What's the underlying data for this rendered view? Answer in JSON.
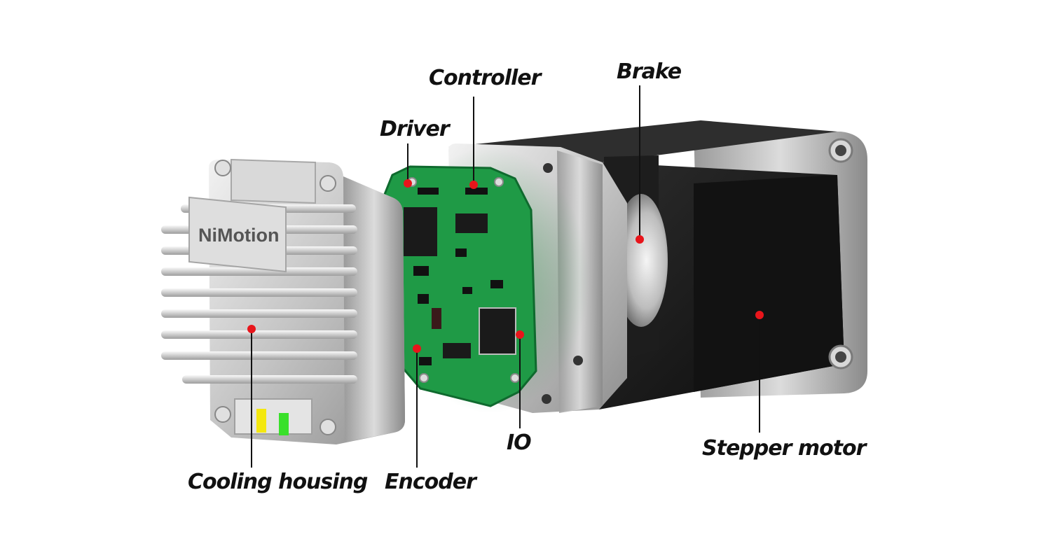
{
  "brand": "NiMotion",
  "colors": {
    "marker": "#e8151b",
    "pcb": "#1f9a46",
    "pcb_dark": "#0f6a2e",
    "metal": "#c9c9c9",
    "motor": "#161616",
    "led_yellow": "#f4e80f",
    "led_green": "#39e02a"
  },
  "callouts": {
    "cooling_housing": "Cooling housing",
    "driver": "Driver",
    "controller": "Controller",
    "brake": "Brake",
    "encoder": "Encoder",
    "io": "IO",
    "stepper_motor": "Stepper motor"
  }
}
